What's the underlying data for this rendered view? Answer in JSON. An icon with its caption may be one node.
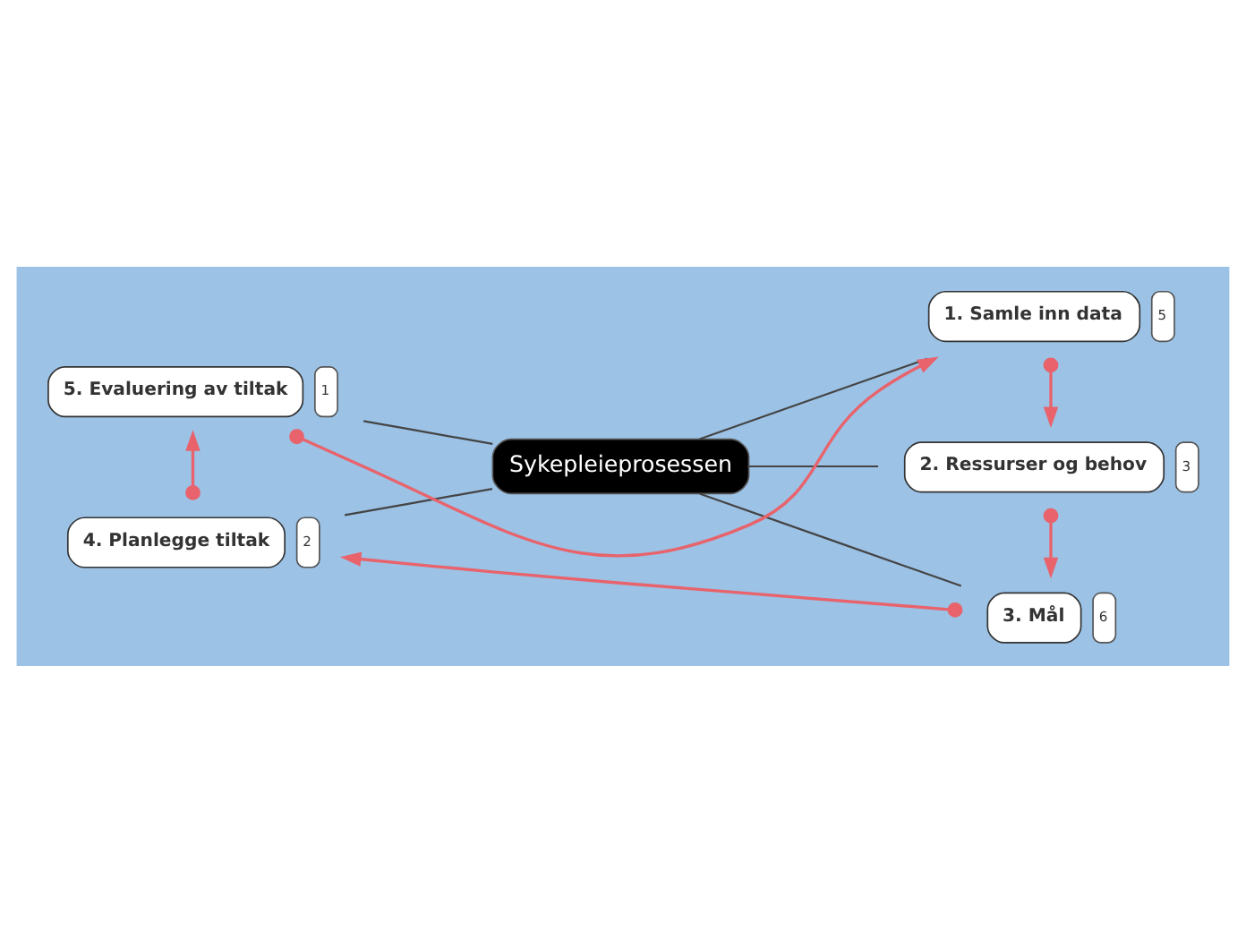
{
  "diagram": {
    "nodes": [
      {
        "text": [
          "Sykepleieprosessen"
        ]
      },
      {
        "text": [
          "1. Samle inn data"
        ],
        "beside": [
          "5"
        ]
      },
      {
        "text": [
          "2. Ressurser og behov"
        ],
        "beside": [
          "3"
        ]
      },
      {
        "text": [
          "3. Mål"
        ],
        "beside": [
          "6"
        ]
      },
      {
        "text": [
          "4. Planlegge tiltak"
        ],
        "beside": [
          "2"
        ]
      },
      {
        "text": [
          "5. Evaluering av tiltak"
        ],
        "beside": [
          "1"
        ]
      }
    ],
    "edges": [
      {
        "from": 0,
        "to": 1,
        "arrow": "none"
      },
      {
        "from": 0,
        "to": 2,
        "arrow": "none"
      },
      {
        "from": 0,
        "to": 3,
        "arrow": "none"
      },
      {
        "from": 4,
        "to": 0,
        "arrow": "none"
      },
      {
        "from": 5,
        "to": 0,
        "arrow": "none"
      },
      {
        "from": 5,
        "to": 1,
        "arrow": "to",
        "color": "#e8636b"
      },
      {
        "from": 1,
        "to": 2,
        "arrow": "to",
        "color": "#e8636b"
      },
      {
        "from": 2,
        "to": 3,
        "arrow": "to",
        "color": "#e8636b"
      },
      {
        "from": 3,
        "to": 4,
        "arrow": "to",
        "color": "#e8636b"
      },
      {
        "from": 4,
        "to": 5,
        "arrow": "to",
        "color": "#e8636b"
      }
    ]
  }
}
